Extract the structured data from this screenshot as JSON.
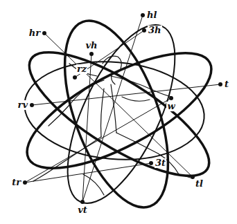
{
  "diagram": {
    "labels": [
      "hr",
      "vh",
      "hl",
      "3h",
      "rz",
      "rv",
      "t",
      "w",
      "tr",
      "3t",
      "vt",
      "tl"
    ]
  }
}
